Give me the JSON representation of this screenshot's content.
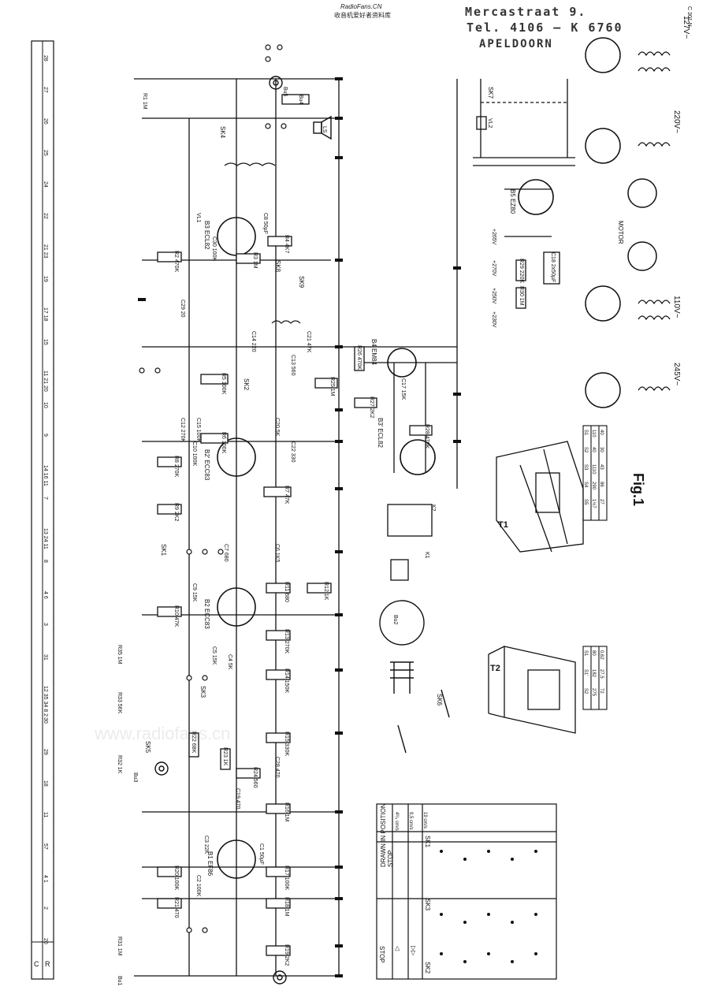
{
  "header": {
    "site_name": "RadioFans.CN",
    "site_tagline": "收音机爱好者资料库"
  },
  "handwritten": {
    "line1": "Mercastraat 9.",
    "line2": "Tel. 4106 — K 6760",
    "line3": "APELDOORN"
  },
  "watermark": "www.radiofans.cn",
  "figure_label": "Fig.1",
  "code": "C 301 N",
  "left_strip": {
    "row_c": "C",
    "row_r": "R",
    "numbers": [
      "20",
      "2",
      "4 1",
      "57",
      "11",
      "18",
      "29",
      "30",
      "12 35 34 8 2",
      "31",
      "3",
      "4 6",
      "8",
      "13 24 11",
      "7",
      "14 16 11",
      "9",
      "10",
      "11 21 20",
      "15",
      "17 18",
      "19",
      "21 23",
      "22",
      "24",
      "25",
      "26",
      "27",
      "28",
      "3"
    ]
  },
  "switch_table": {
    "header_note": "DRAWN IN POSITION STOP",
    "rows": [
      "STOP",
      "◁",
      "▷▷"
    ],
    "cols": [
      "SK2",
      "SK3",
      "SK1"
    ],
    "speeds": [
      "4³/₄ cm/s",
      "9,5 cm/s",
      "19 cm/s"
    ]
  },
  "t1_table": {
    "cols": [
      "S1",
      "S2",
      "S3",
      "S4",
      "S5"
    ],
    "row_w": [
      "110",
      "40",
      "1110",
      "290",
      "1½7"
    ],
    "row_ohm": [
      "40",
      "30",
      "43",
      "86",
      "27"
    ]
  },
  "t2_table": {
    "cols": [
      "S1",
      "S1'",
      "S2"
    ],
    "row_w": [
      "80",
      "182",
      "275"
    ],
    "row_ohm": [
      "0,62",
      "27,5",
      "72"
    ]
  },
  "voltages": [
    "245V~",
    "220V~",
    "127V~",
    "110V~",
    "+265V",
    "+270V",
    "+250V",
    "+230V"
  ],
  "components": {
    "tubes": [
      "B1 EF86",
      "B2 ECC83",
      "B2' ECC83",
      "B3 ECL82",
      "B3' ECL82",
      "B4 EM84",
      "B5 EZ80"
    ],
    "transformers": [
      "T1",
      "T2"
    ],
    "motor": "MOTOR"
  },
  "resistor_labels": [
    "R1 1M",
    "R2 470K",
    "R3 1M",
    "R4 4K7",
    "R5 100K",
    "R6 100K",
    "R7 47K",
    "R8 270K",
    "R9 2K2",
    "R10 47K",
    "R11 680",
    "R12 1K",
    "R13 270K",
    "R14 150K",
    "R15 330K",
    "R16 1M",
    "R17 100K",
    "R18 1M",
    "R19 2K2",
    "R20 100K",
    "R21 470",
    "R22 68K",
    "R23 1K",
    "R24 560",
    "R25 1M",
    "R26 470K",
    "R27 2K2",
    "R28 470K",
    "R29 220K",
    "R30 1M",
    "R31 1M",
    "R32 1K",
    "R33 56K",
    "R35 1M"
  ],
  "capacitor_labels": [
    "C1 50µF",
    "C2 100K",
    "C3 22K",
    "C4 5K",
    "C5 15K",
    "C6 1K5",
    "C7 680",
    "C8 50µF",
    "C9 15K",
    "C10 100K",
    "C12 270K",
    "C13 560",
    "C14 220",
    "C15 100K",
    "C17 15K",
    "C18 2x50µF",
    "C19 470",
    "C20 5K",
    "C21 47K",
    "C22 330",
    "C28 470",
    "C29 20",
    "C30 100K"
  ],
  "switches": [
    "SK1",
    "SK2",
    "SK3",
    "SK4",
    "SK5",
    "SK6",
    "SK7",
    "SK8",
    "SK9"
  ],
  "connectors": [
    "Bu1",
    "Bu2",
    "Bu3",
    "Bu4",
    "Bu5",
    "K1",
    "K2",
    "LS",
    "VL1",
    "VL2"
  ]
}
